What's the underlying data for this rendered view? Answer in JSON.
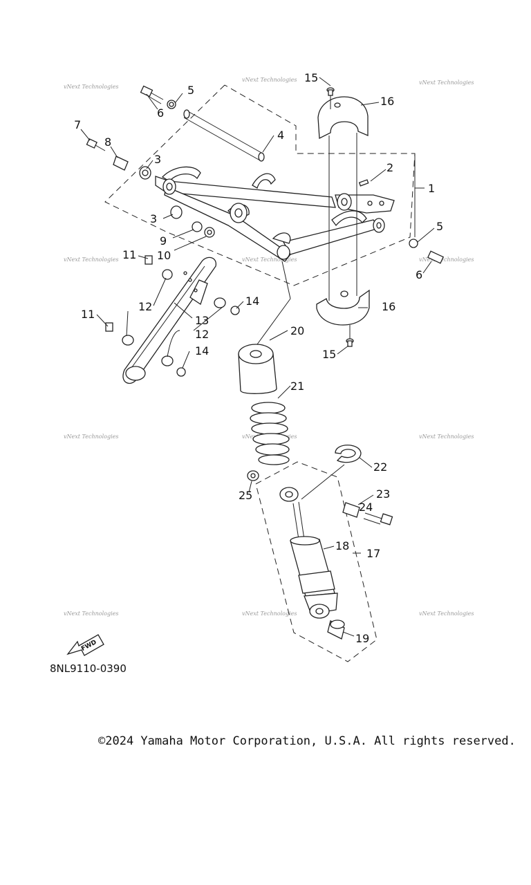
{
  "callouts": [
    "1",
    "2",
    "3",
    "3",
    "4",
    "5",
    "5",
    "6",
    "6",
    "7",
    "8",
    "9",
    "10",
    "11",
    "11",
    "12",
    "12",
    "13",
    "14",
    "14",
    "15",
    "15",
    "16",
    "16",
    "17",
    "18",
    "19",
    "20",
    "21",
    "22",
    "23",
    "24",
    "25"
  ],
  "watermark": "vNext Technologies",
  "fwd_label": "FWD",
  "diagram_code": "8NL9110-0390",
  "copyright": "©2024 Yamaha Motor Corporation, U.S.A. All rights reserved."
}
